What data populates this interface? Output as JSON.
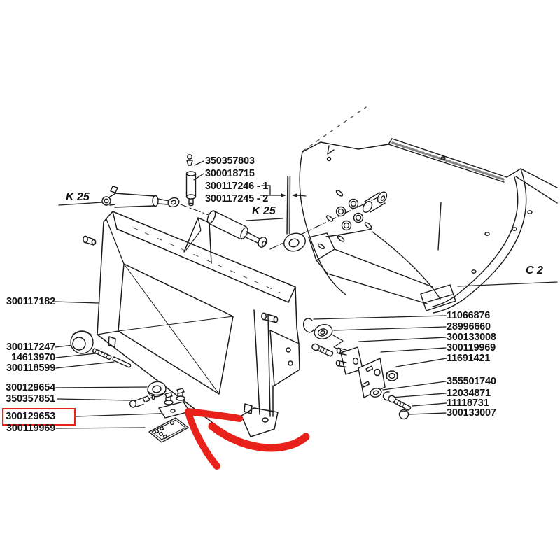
{
  "diagram": {
    "type": "exploded-parts-diagram",
    "colors": {
      "ink": "#1b1b1b",
      "highlight_red": "#e8211a",
      "background": "#ffffff"
    },
    "section_refs": {
      "k25_left": "K 25",
      "k25_right": "K 25",
      "c2": "C 2"
    },
    "part_labels": {
      "top": [
        "350357803",
        "300018715",
        "300117246 - 1",
        "300117245 - 2"
      ],
      "left": [
        "300117182",
        "300117247",
        "14613970",
        "300118599",
        "300129654",
        "350357851",
        "300129653",
        "300119969"
      ],
      "right": [
        "11066876",
        "28996660",
        "300133008",
        "300119969",
        "11691421",
        "355501740",
        "12034871",
        "11118731",
        "300133007"
      ]
    },
    "highlighted_part": "300129653",
    "annotations": {
      "highlight_box_part": "300129653",
      "red_arrow_points_to": "300129653"
    }
  }
}
